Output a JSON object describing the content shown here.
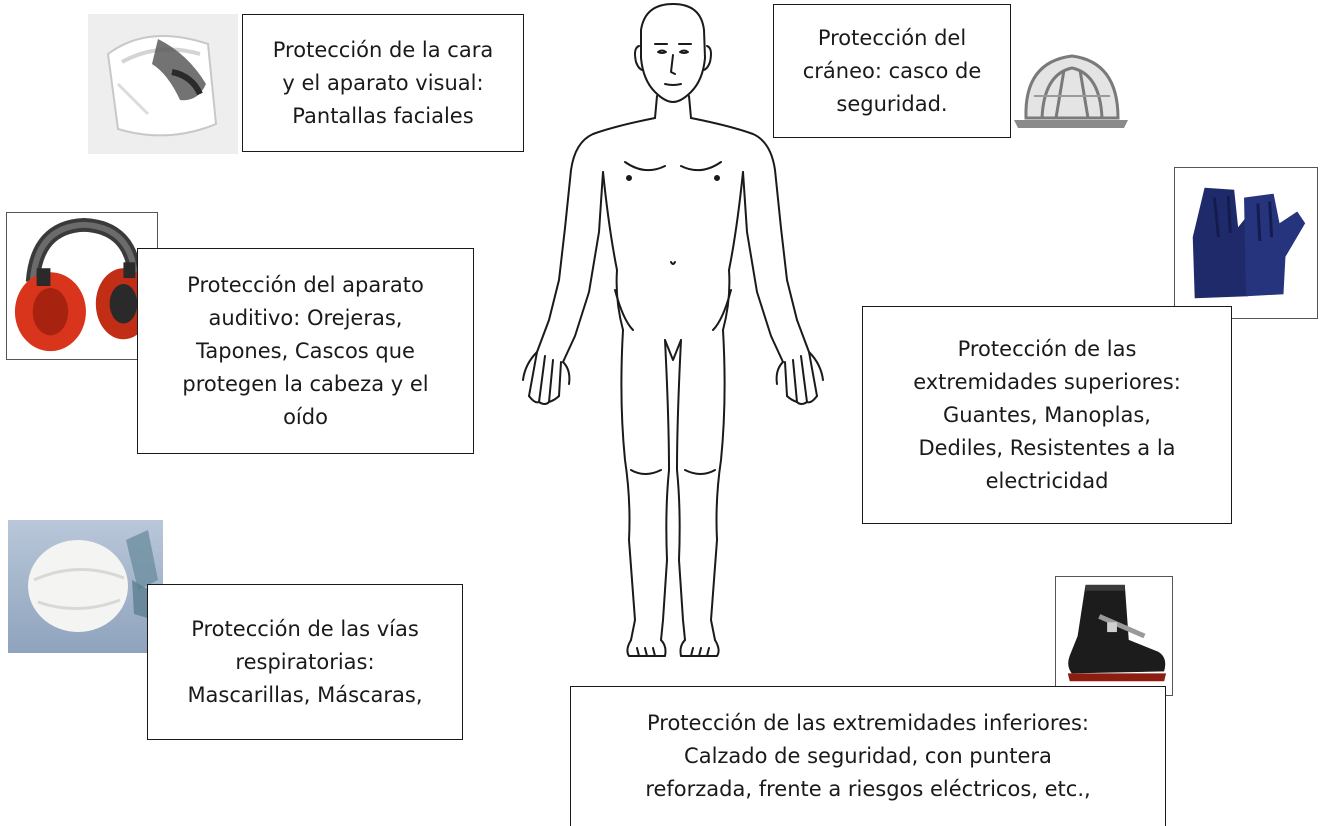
{
  "labels": {
    "face": "Protección de la cara\ny el aparato visual:\nPantallas faciales",
    "skull": "Protección del\ncráneo: casco de\nseguridad.",
    "hearing": "Protección del aparato\nauditivo: Orejeras,\nTapones, Cascos que\nprotegen la cabeza y el\noído",
    "upper_limbs": "Protección de las\nextremidades superiores:\nGuantes, Manoplas,\nDediles, Resistentes a la\nelectricidad",
    "respiratory": "Protección de las vías\nrespiratorias:\nMascarillas, Máscaras,",
    "lower_limbs": "Protección de las extremidades inferiores:\nCalzado de seguridad, con puntera\nreforzada, frente a riesgos eléctricos, etc.,"
  },
  "icons": {
    "face": "face-shield-icon",
    "skull": "safety-helmet-icon",
    "hearing": "earmuffs-icon",
    "upper_limbs": "gloves-icon",
    "respiratory": "dust-mask-icon",
    "lower_limbs": "safety-boot-icon",
    "body": "human-body-figure"
  },
  "colors": {
    "earmuff_red": "#d9351c",
    "glove_blue": "#1f2a6b",
    "boot_black": "#1c1c1c",
    "line": "#1a1a1a"
  }
}
